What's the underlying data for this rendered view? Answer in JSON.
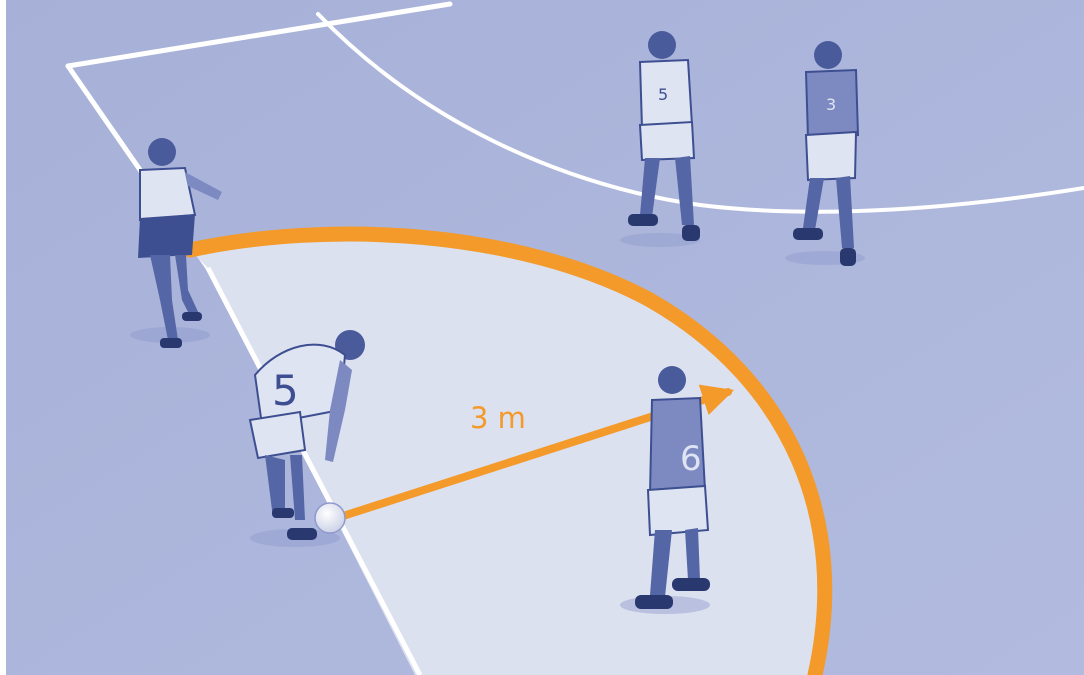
{
  "illustration": {
    "distance_label": "3 m",
    "player_numbers": {
      "kicker": "5",
      "defender": "6",
      "rear_player_a": "5",
      "rear_player_b": "3"
    },
    "colors": {
      "court": "#aab4d9",
      "zone": "#dce1f0",
      "lines": "#ffffff",
      "accent": "#f39a2b",
      "player_dark": "#3d4f91",
      "player_mid": "#7d8ac2",
      "player_light": "#dfe4f3"
    }
  }
}
